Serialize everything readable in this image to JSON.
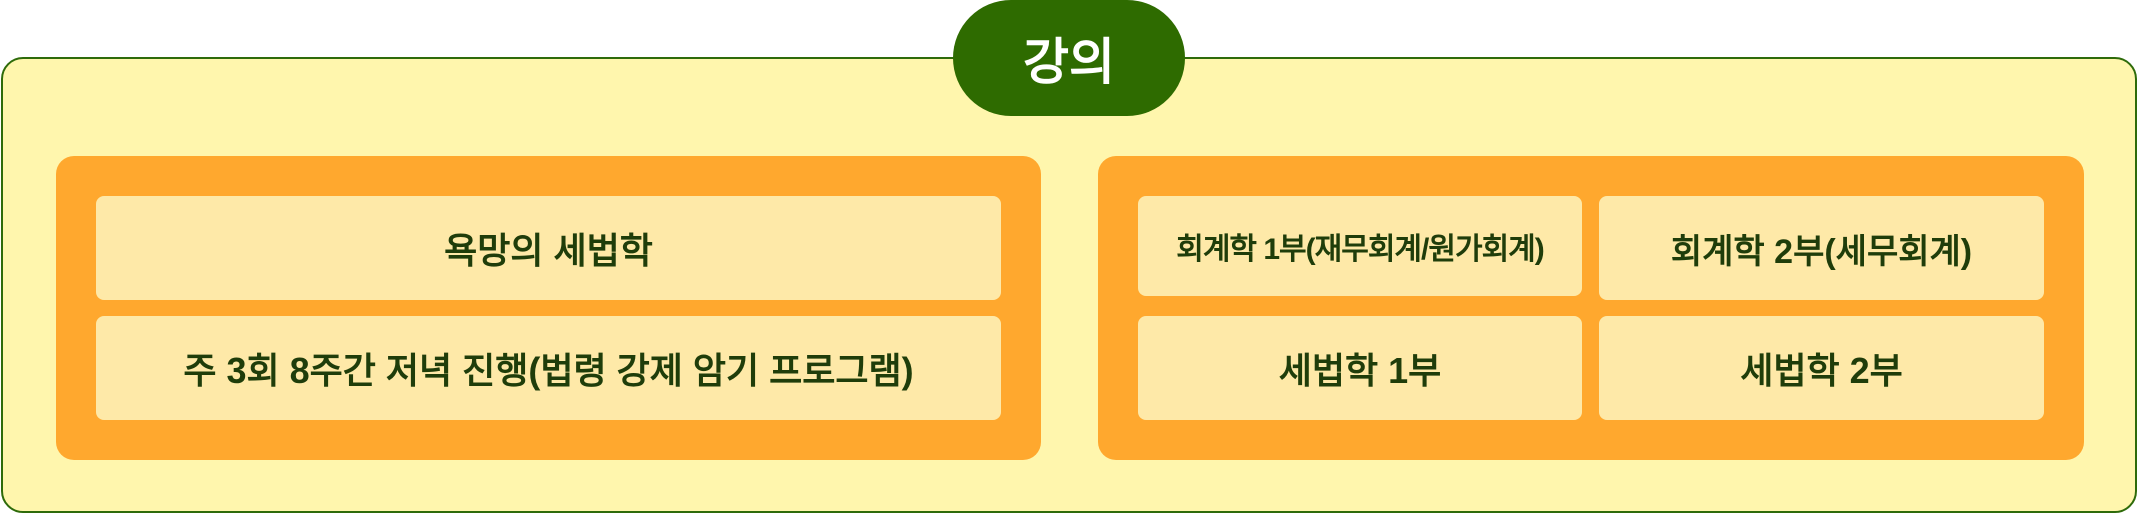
{
  "title": "강의",
  "left_panel": {
    "items": [
      "욕망의 세법학",
      "주 3회 8주간 저녁 진행(법령 강제 암기 프로그램)"
    ]
  },
  "right_panel": {
    "items": [
      "회계학 1부(재무회계/원가회계)",
      "회계학 2부(세무회계)",
      "세법학 1부",
      "세법학 2부"
    ]
  },
  "colors": {
    "accent": "#2e6b00",
    "panel": "#ffa82e",
    "cell": "#fee9a8",
    "background": "#fff6ad",
    "text": "#1f3d0a"
  }
}
